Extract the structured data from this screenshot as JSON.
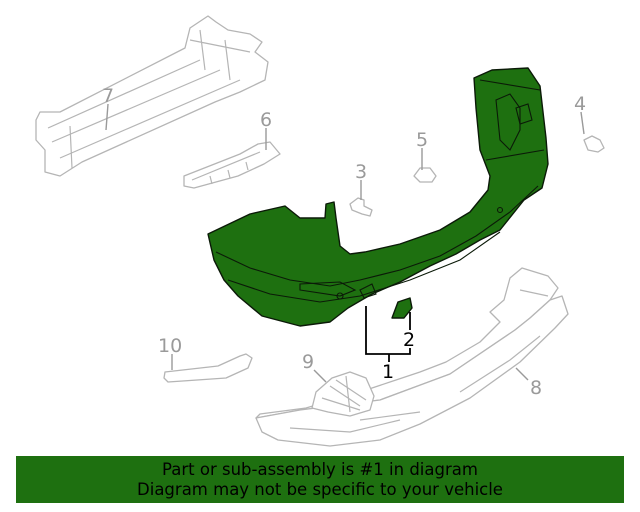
{
  "colors": {
    "highlight": "#1e7010",
    "banner": "#1e7010",
    "ghost_outline": "#b5b5b5",
    "callout_gray": "#9a9a9a"
  },
  "callouts": [
    {
      "id": "1",
      "label": "1"
    },
    {
      "id": "2",
      "label": "2"
    },
    {
      "id": "3",
      "label": "3"
    },
    {
      "id": "4",
      "label": "4"
    },
    {
      "id": "5",
      "label": "5"
    },
    {
      "id": "6",
      "label": "6"
    },
    {
      "id": "7",
      "label": "7"
    },
    {
      "id": "8",
      "label": "8"
    },
    {
      "id": "9",
      "label": "9"
    },
    {
      "id": "10",
      "label": "10"
    }
  ],
  "banner": {
    "line1": "Part or sub-assembly is #1 in diagram",
    "line2": "Diagram may not be specific to your vehicle"
  }
}
